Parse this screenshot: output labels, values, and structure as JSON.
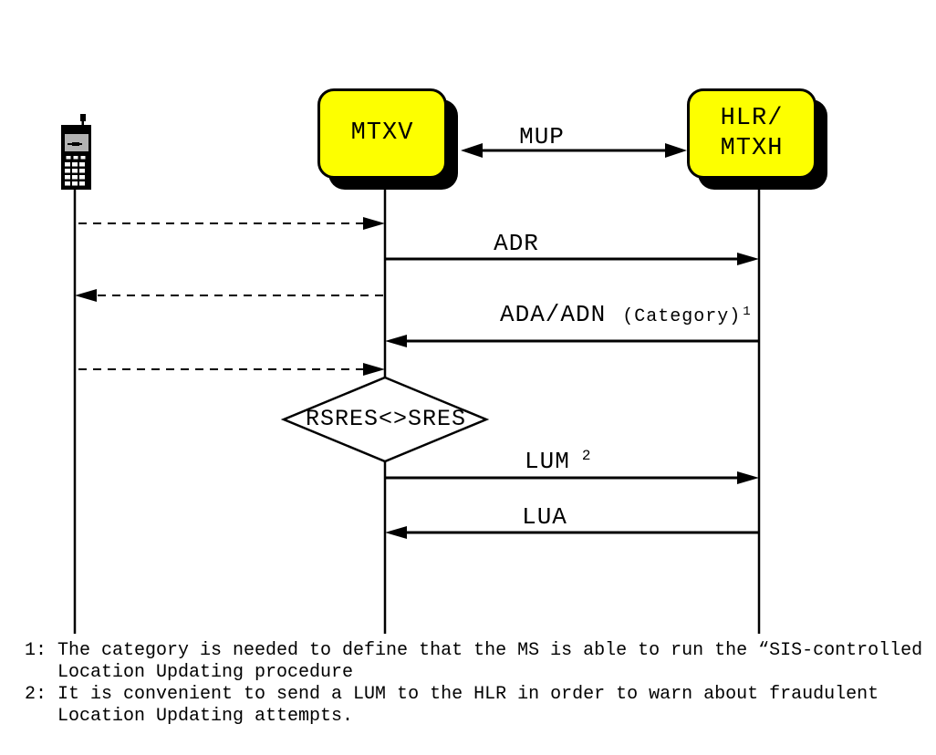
{
  "nodes": {
    "mtxv": "MTXV",
    "hlr_line1": "HLR/",
    "hlr_line2": "MTXH"
  },
  "messages": {
    "mup": "MUP",
    "adr": "ADR",
    "ada_main": "ADA/ADN",
    "ada_note": "(Category)",
    "ada_sup": "1",
    "lum_main": "LUM",
    "lum_sup": "2",
    "lua": "LUA"
  },
  "decision": "RSRES<>SRES",
  "footnotes": [
    {
      "num": "1:",
      "line1": "The category is needed to define that the MS is able to run the “SIS-controlled",
      "line2": "Location Updating procedure"
    },
    {
      "num": "2:",
      "line1": "It is convenient to send a LUM to the HLR in order to warn about fraudulent",
      "line2": "Location Updating attempts."
    }
  ],
  "colors": {
    "node_fill": "#fdff00",
    "stroke": "#000000",
    "phone_screen": "#b3b3b3",
    "background": "#ffffff"
  }
}
